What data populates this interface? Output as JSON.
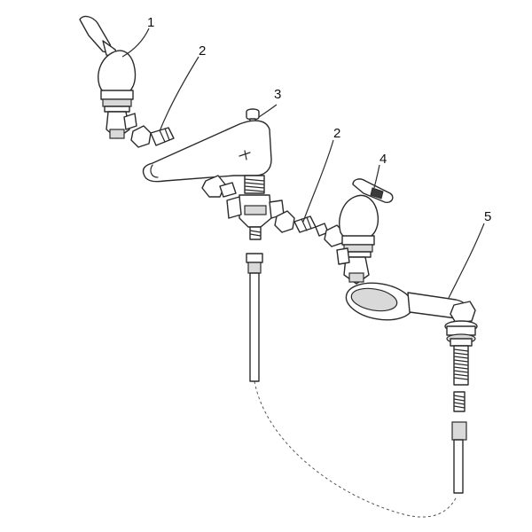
{
  "callouts": [
    {
      "id": "1",
      "text": "1"
    },
    {
      "id": "2a",
      "text": "2"
    },
    {
      "id": "3",
      "text": "3"
    },
    {
      "id": "2b",
      "text": "2"
    },
    {
      "id": "4",
      "text": "4"
    },
    {
      "id": "5",
      "text": "5"
    }
  ]
}
